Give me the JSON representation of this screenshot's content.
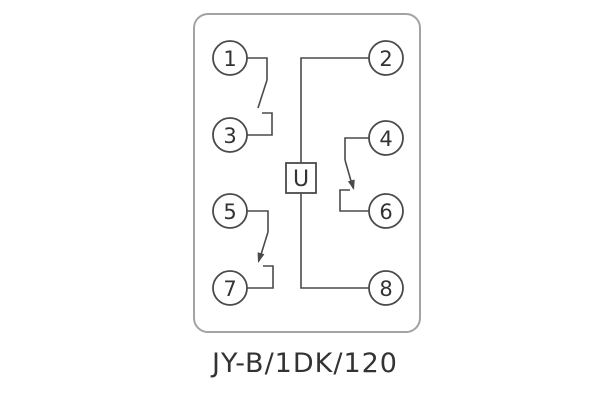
{
  "diagram": {
    "title": "JY-B/1DK/120",
    "coil_label": "U",
    "terminals": {
      "left": [
        "1",
        "3",
        "5",
        "7"
      ],
      "right": [
        "2",
        "4",
        "6",
        "8"
      ]
    },
    "colors": {
      "wire": "#4a4a4a",
      "outline": "#a3a3a3",
      "text": "#333333",
      "background": "#ffffff"
    }
  }
}
